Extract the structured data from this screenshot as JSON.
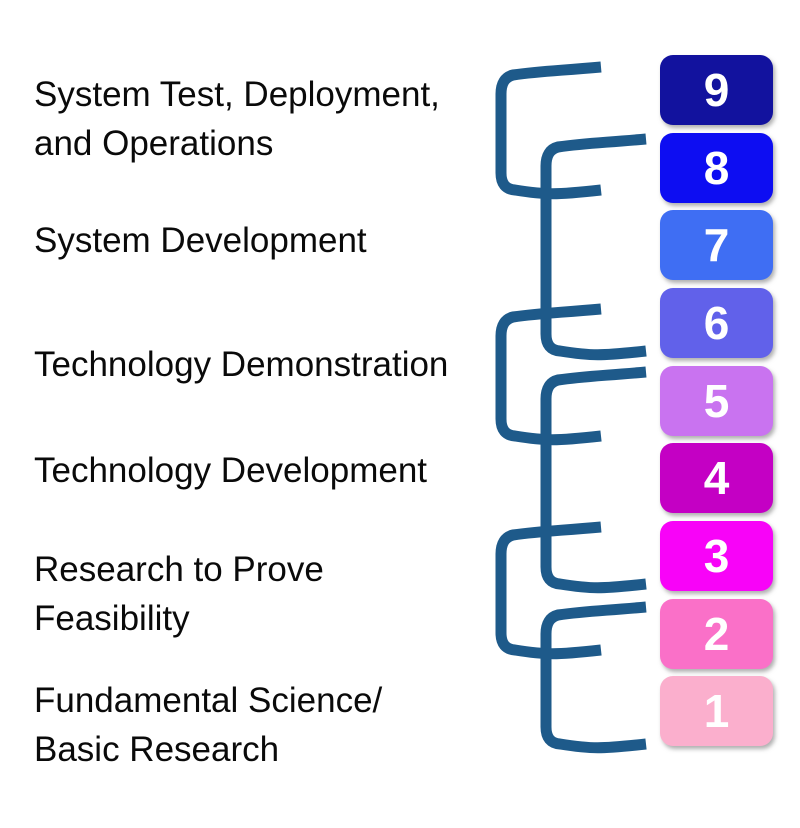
{
  "diagram": {
    "type": "technology-readiness-levels-ladder",
    "bracket_color": "#1E5A8A",
    "text_color": "#0a0a0a",
    "number_color": "#FFFFFF",
    "phases": [
      {
        "lines": [
          "System Test, Deployment,",
          "and Operations"
        ],
        "levels_spanned": [
          9,
          8
        ]
      },
      {
        "lines": [
          "System Development"
        ],
        "levels_spanned": [
          8,
          7,
          6
        ]
      },
      {
        "lines": [
          "Technology Demonstration"
        ],
        "levels_spanned": [
          6,
          5
        ]
      },
      {
        "lines": [
          "Technology Development"
        ],
        "levels_spanned": [
          5,
          4,
          3
        ]
      },
      {
        "lines": [
          "Research to Prove",
          "Feasibility"
        ],
        "levels_spanned": [
          3,
          2
        ]
      },
      {
        "lines": [
          "Fundamental Science/",
          "Basic Research"
        ],
        "levels_spanned": [
          2,
          1
        ]
      }
    ],
    "levels": [
      {
        "number": "9",
        "color": "#12129E"
      },
      {
        "number": "8",
        "color": "#0D0DF2"
      },
      {
        "number": "7",
        "color": "#3F6EF3"
      },
      {
        "number": "6",
        "color": "#6161EA"
      },
      {
        "number": "5",
        "color": "#C973F0"
      },
      {
        "number": "4",
        "color": "#C400C4"
      },
      {
        "number": "3",
        "color": "#F803F8"
      },
      {
        "number": "2",
        "color": "#FA70C8"
      },
      {
        "number": "1",
        "color": "#FBAFCD"
      }
    ]
  }
}
